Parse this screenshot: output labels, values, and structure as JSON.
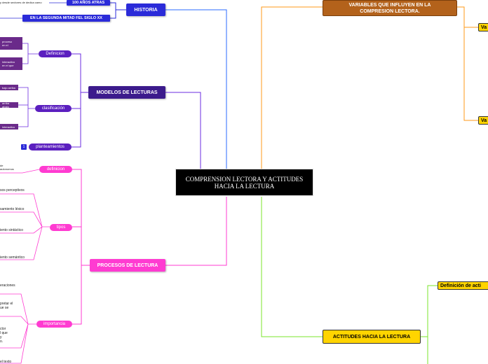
{
  "central": "COMPRENSION LECTORA Y ACTITUDES HACIA LA LECTURA",
  "historia": {
    "label": "HISTORIA",
    "child_1": "100 AÑOS ATRAS",
    "child_1_note": "y desde sectores de dedica camo",
    "child_2": "EN LA SEGUNDA MITAD FEL SIGLO XX"
  },
  "modelos": {
    "label": "MODELOS DE LECTURAS",
    "definicion": "Definicion",
    "definicion_tags": [
      "proceso\nen el",
      "interactivo\nen el que"
    ],
    "clasificacion": "clasificación",
    "clasificacion_tags": [
      "bajo arriba",
      "arriba abajo",
      "interactivo"
    ],
    "planteamientos": "planteamientos",
    "planteamientos_badge": "1"
  },
  "procesos": {
    "label": "PROCESOS DE LECTURA",
    "definicion": "definicion",
    "definicion_note": "de\nautonomos",
    "tipos": "tipos",
    "tipos_items": [
      "sos perceptivos",
      "samiento léxico",
      "iento sintáctico",
      "iento semántico"
    ],
    "importancia": "importancia",
    "importancia_items": [
      "eraciones",
      "pretar el\nue se",
      "ctor\nl que\ny\no.",
      "el texto"
    ]
  },
  "variables": {
    "label": "VARIABLES QUE INFLUYEN EN LA COMPRESION LECTORA.",
    "child_1": "Va",
    "child_2": "Va"
  },
  "actitudes": {
    "label": "ACTITUDES HACIA LA LECTURA",
    "child_1": "Definición de acti"
  }
}
